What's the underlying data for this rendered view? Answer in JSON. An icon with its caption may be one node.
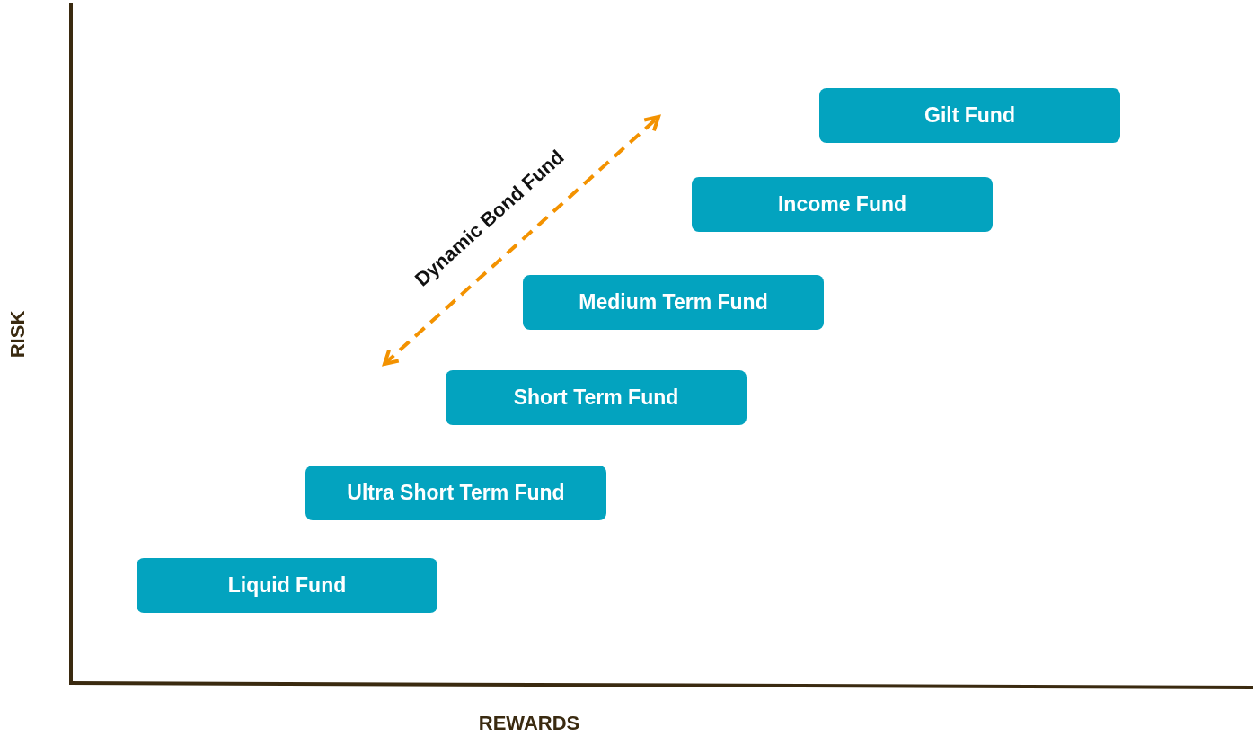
{
  "diagram": {
    "nodes": [
      {
        "text": [
          "Gilt Fund"
        ]
      },
      {
        "text": [
          "Income Fund"
        ]
      },
      {
        "text": [
          "Medium Term Fund"
        ]
      },
      {
        "text": [
          "Short Term Fund"
        ]
      },
      {
        "text": [
          "Ultra Short Term Fund"
        ]
      },
      {
        "text": [
          "Liquid Fund"
        ]
      }
    ],
    "edges": [],
    "labels": [
      "Dynamic Bond Fund",
      "RISK",
      "REWARDS"
    ]
  }
}
